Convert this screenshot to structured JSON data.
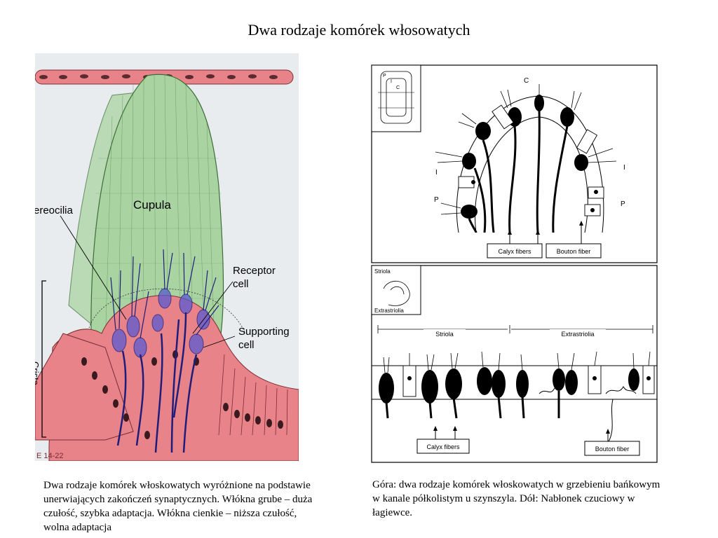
{
  "slide": {
    "title": "Dwa rodzaje komórek włosowatych",
    "caption_left": "Dwa rodzaje komórek włoskowatych wyróżnione na podstawie unerwiających zakończeń synaptycznych. Włókna grube – duża czułość, szybka adaptacja. Włókna cienkie – niższa czułość, wolna adaptacja",
    "caption_right": "Góra: dwa rodzaje komórek włoskowatych w grzebieniu bańkowym w kanale półkolistym u szynszyla. Dół: Nabłonek czuciowy w łagiewce."
  },
  "left_figure": {
    "labels": {
      "cupula": "Cupula",
      "stereocilia": "ereocilia",
      "receptor_line1": "Receptor",
      "receptor_line2": "cell",
      "supporting_line1": "Supporting",
      "supporting_line2": "cell",
      "crista": "Crista",
      "fig_number": "E 14-22"
    },
    "colors": {
      "cupula": "#a9d4a2",
      "tissue": "#e8838a",
      "hair_cell": "#2a2a9e",
      "background": "#e9ecef"
    }
  },
  "right_figure": {
    "top_panel": {
      "inset_labels": {
        "p": "P",
        "i": "I",
        "c": "C"
      },
      "region_labels": {
        "c": "C",
        "i_left": "I",
        "i_right": "I",
        "p_left": "P",
        "p_right": "P"
      },
      "calyx_label": "Calyx fibers",
      "bouton_label": "Bouton fiber"
    },
    "bottom_panel": {
      "inset_labels": {
        "striola": "Striola",
        "extrastriola": "Extrastriolia"
      },
      "striola_label": "Striola",
      "extrastriola_label": "Extrastriolia",
      "calyx_label": "Calyx fibers",
      "bouton_label": "Bouton fiber"
    }
  }
}
